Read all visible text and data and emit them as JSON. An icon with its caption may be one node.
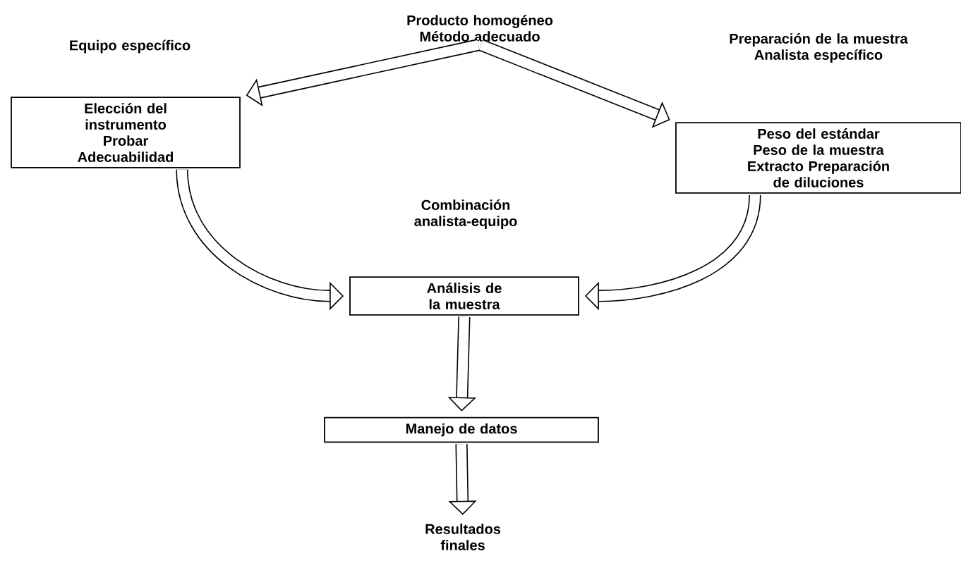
{
  "diagram": {
    "nodes": [
      {
        "text": [
          "Producto homogéneo Método adecuado"
        ]
      },
      {
        "text": [
          "Equipo específico",
          "Elección del instrumento Probar Adecuabilidad"
        ]
      },
      {
        "text": [
          "Preparación de la muestra Analista específico",
          "Peso del estándar Peso de la muestra Extracto Preparación de diluciones"
        ]
      },
      {
        "text": [
          "Combinación analista-equipo",
          "Análisis de la muestra"
        ]
      },
      {
        "text": [
          "Manejo de datos"
        ]
      },
      {
        "text": [
          "Resultados finales"
        ]
      }
    ],
    "edges": [
      {
        "from": 0,
        "to": 1,
        "arrow": "to"
      },
      {
        "from": 0,
        "to": 2,
        "arrow": "to"
      },
      {
        "from": 1,
        "to": 3,
        "arrow": "to"
      },
      {
        "from": 2,
        "to": 3,
        "arrow": "to"
      },
      {
        "from": 3,
        "to": 4,
        "arrow": "to"
      },
      {
        "from": 4,
        "to": 5,
        "arrow": "to"
      }
    ]
  }
}
